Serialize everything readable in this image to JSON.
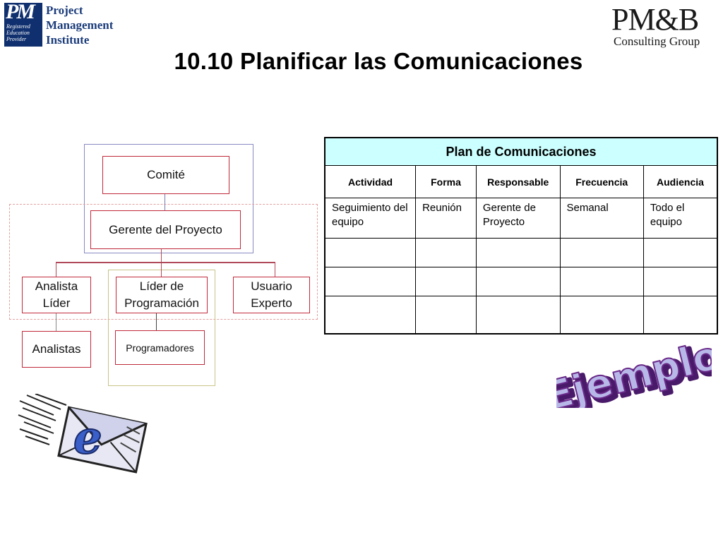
{
  "logos": {
    "pmi": {
      "mark_letters": "PM",
      "mark_lines": [
        "Registered",
        "Education",
        "Provider"
      ],
      "words": [
        "Project",
        "Management",
        "Institute"
      ],
      "color": "#0f2f6e"
    },
    "pmb": {
      "name": "PM&B",
      "subtitle": "Consulting Group"
    }
  },
  "title": "10.10 Planificar las Comunicaciones",
  "org_chart": {
    "comite": "Comité",
    "gerente": "Gerente del Proyecto",
    "analista_lider": "Analista\nLíder",
    "lider_programacion": "Líder de\nProgramación",
    "usuario_experto": "Usuario\nExperto",
    "analistas": "Analistas",
    "programadores": "Programadores",
    "box_border_color": "#c0293a"
  },
  "table": {
    "title": "Plan de Comunicaciones",
    "header_bg": "#ccffff",
    "columns": [
      "Actividad",
      "Forma",
      "Responsable",
      "Frecuencia",
      "Audiencia"
    ],
    "rows": [
      [
        "Seguimiento del equipo",
        "Reunión",
        "Gerente de Proyecto",
        "Semanal",
        "Todo el equipo"
      ],
      [
        "",
        "",
        "",
        "",
        ""
      ],
      [
        "",
        "",
        "",
        "",
        ""
      ],
      [
        "",
        "",
        "",
        "",
        ""
      ]
    ]
  },
  "stamp": {
    "text": "Ejemplo",
    "fill_color": "#b8b8e8",
    "outline_color": "#6a2a8a"
  },
  "email_icon": {
    "letter": "e"
  }
}
